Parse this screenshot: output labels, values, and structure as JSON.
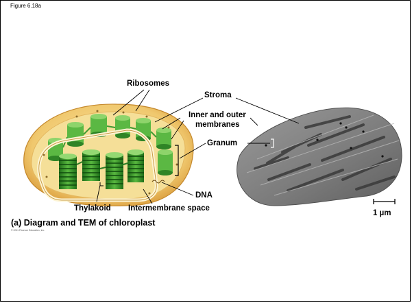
{
  "figure_label": "Figure 6.18a",
  "caption": "(a) Diagram and TEM of chloroplast",
  "copyright": "© 2011 Pearson Education, Inc.",
  "labels": {
    "ribosomes": "Ribosomes",
    "stroma": "Stroma",
    "inner_outer_line1": "Inner and outer",
    "inner_outer_line2": "membranes",
    "granum": "Granum",
    "dna": "DNA",
    "thylakoid": "Thylakoid",
    "intermembrane": "Intermembrane space",
    "scale_bar": "1 µm"
  },
  "colors": {
    "outer_membrane": "#e8b860",
    "stroma_fill": "#f3dc92",
    "thylakoid_green": "#3a9a2c",
    "thylakoid_light": "#7bc95a",
    "tem_gray": "#6e6e6e"
  }
}
